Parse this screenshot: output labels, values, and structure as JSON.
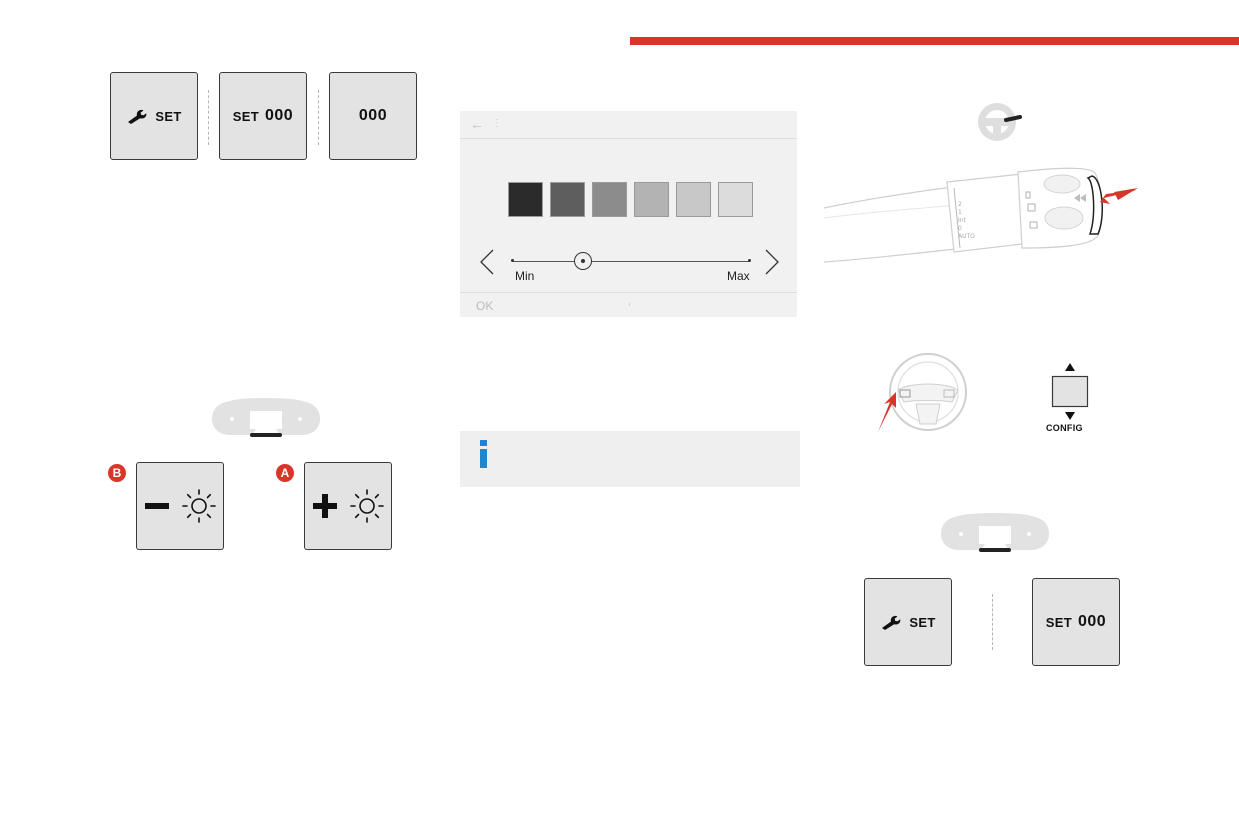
{
  "top_keys": {
    "key1_label": "SET",
    "key2_prefix": "SET",
    "key2_value": "000",
    "key3_value": "000"
  },
  "screen": {
    "back_icon": "back-arrow-icon",
    "swatch_colors": [
      "#2b2b2b",
      "#5e5e5e",
      "#8c8c8c",
      "#b3b3b3",
      "#c8c8c8",
      "#dcdcdc"
    ],
    "min_label": "Min",
    "max_label": "Max",
    "ok_label": "OK",
    "slider_level": 0.3
  },
  "info": {
    "icon": "info-icon",
    "accent": "#1c86d1"
  },
  "brightness_keys": {
    "badge_b": "B",
    "badge_a": "A",
    "accent": "#d9362b"
  },
  "config": {
    "label": "CONFIG"
  },
  "bottom_keys": {
    "key1_label": "SET",
    "key2_prefix": "SET",
    "key2_value": "000"
  },
  "colors": {
    "brand_red": "#d9362b",
    "key_bg": "#e3e3e3"
  }
}
